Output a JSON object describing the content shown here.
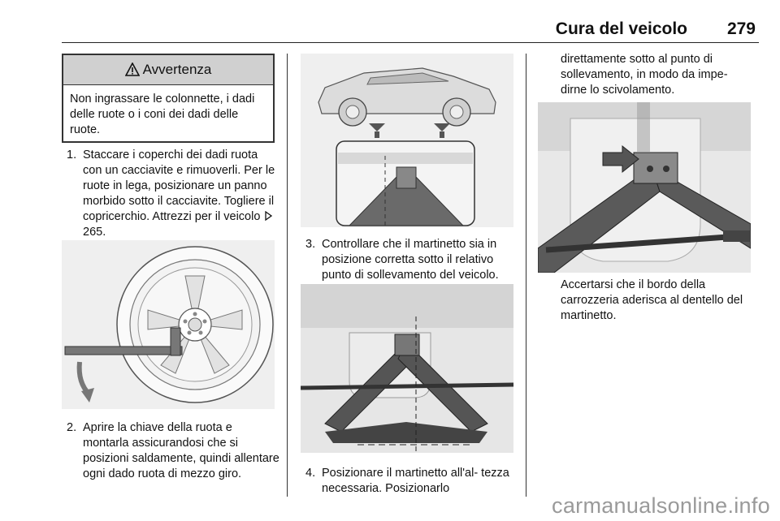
{
  "header": {
    "section_title": "Cura del veicolo",
    "page_number": "279"
  },
  "warning": {
    "title": "Avvertenza",
    "body": "Non ingrassare le colonnette, i dadi delle ruote o i coni dei dadi delle ruote."
  },
  "steps": [
    {
      "number": "1.",
      "text_main": "Staccare i coperchi dei dadi ruota con un cacciavite e rimuoverli. Per le ruote in lega, posizionare un panno morbido sotto il cacciavite. Togliere il copricerchio. Attrezzi per il veicolo",
      "xref": "265."
    },
    {
      "number": "2.",
      "text": "Aprire la chiave della ruota e montarla assicurandosi che si posizioni saldamente, quindi allentare ogni dado ruota di mezzo giro."
    },
    {
      "number": "3.",
      "text": "Controllare che il martinetto sia in posizione corretta sotto il relativo punto di sollevamento del veicolo."
    },
    {
      "number": "4.",
      "text": "Posizionare il martinetto all'al- tezza necessaria. Posizionarlo"
    }
  ],
  "col3_intro": "direttamente sotto al punto di sollevamento, in modo da impe- dirne lo scivolamento.",
  "col3_note": "Accertarsi che il bordo della carrozzeria aderisca al dentello del martinetto.",
  "icons": {
    "warning": "warning-triangle-icon",
    "xref": "cross-reference-arrow-icon"
  },
  "watermark": "carmanualsonline.info"
}
